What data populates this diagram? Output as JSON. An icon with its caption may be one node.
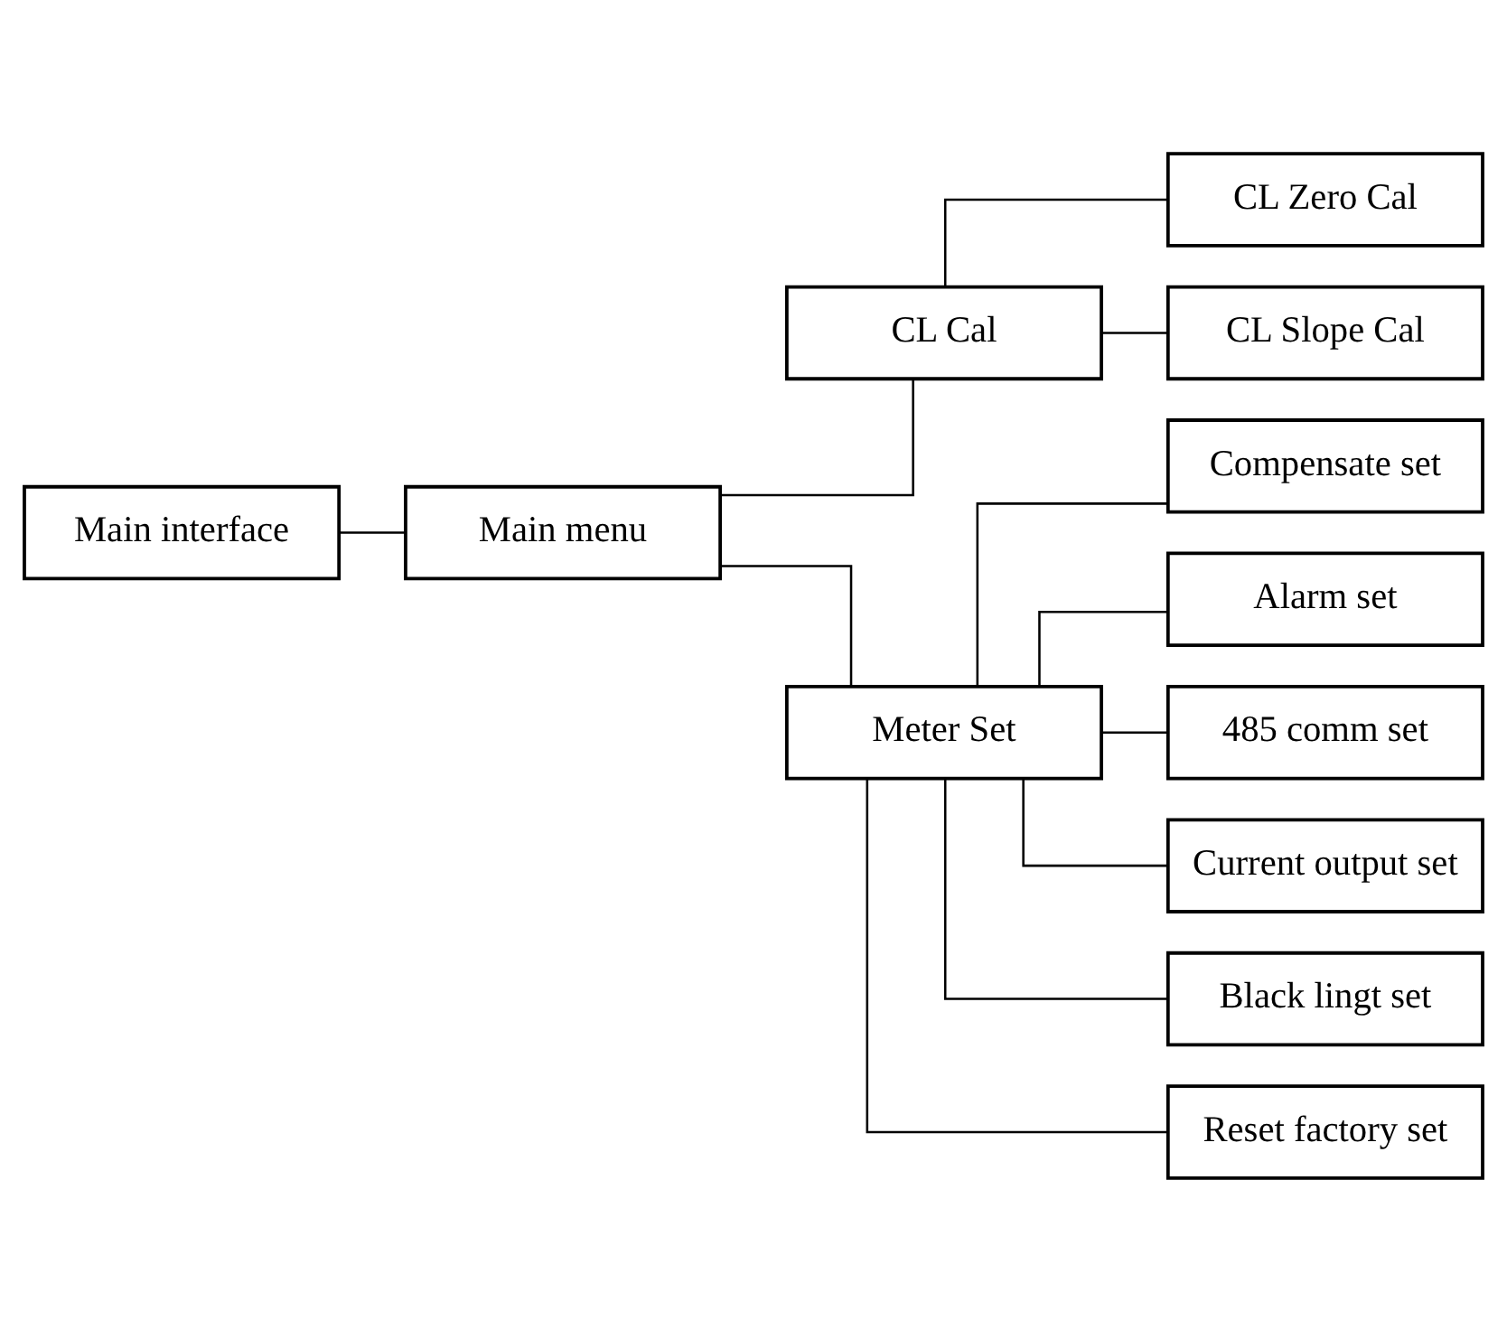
{
  "diagram": {
    "nodes": [
      {
        "text": [
          "Main interface"
        ]
      },
      {
        "text": [
          "Main menu"
        ]
      },
      {
        "text": [
          "CL Cal"
        ]
      },
      {
        "text": [
          "Meter Set"
        ]
      },
      {
        "text": [
          "CL Zero Cal"
        ]
      },
      {
        "text": [
          "CL Slope Cal"
        ]
      },
      {
        "text": [
          "Compensate set"
        ]
      },
      {
        "text": [
          "Alarm set"
        ]
      },
      {
        "text": [
          "485 comm set"
        ]
      },
      {
        "text": [
          "Current output set"
        ]
      },
      {
        "text": [
          "Black lingt set"
        ]
      },
      {
        "text": [
          "Reset factory set"
        ]
      }
    ],
    "edges": [
      {
        "from": 0,
        "to": 1,
        "arrow": "none"
      },
      {
        "from": 1,
        "to": 2,
        "arrow": "none"
      },
      {
        "from": 1,
        "to": 3,
        "arrow": "none"
      },
      {
        "from": 2,
        "to": 4,
        "arrow": "none"
      },
      {
        "from": 2,
        "to": 5,
        "arrow": "none"
      },
      {
        "from": 3,
        "to": 6,
        "arrow": "none"
      },
      {
        "from": 3,
        "to": 7,
        "arrow": "none"
      },
      {
        "from": 3,
        "to": 8,
        "arrow": "none"
      },
      {
        "from": 3,
        "to": 9,
        "arrow": "none"
      },
      {
        "from": 3,
        "to": 10,
        "arrow": "none"
      },
      {
        "from": 3,
        "to": 11,
        "arrow": "none"
      }
    ]
  }
}
